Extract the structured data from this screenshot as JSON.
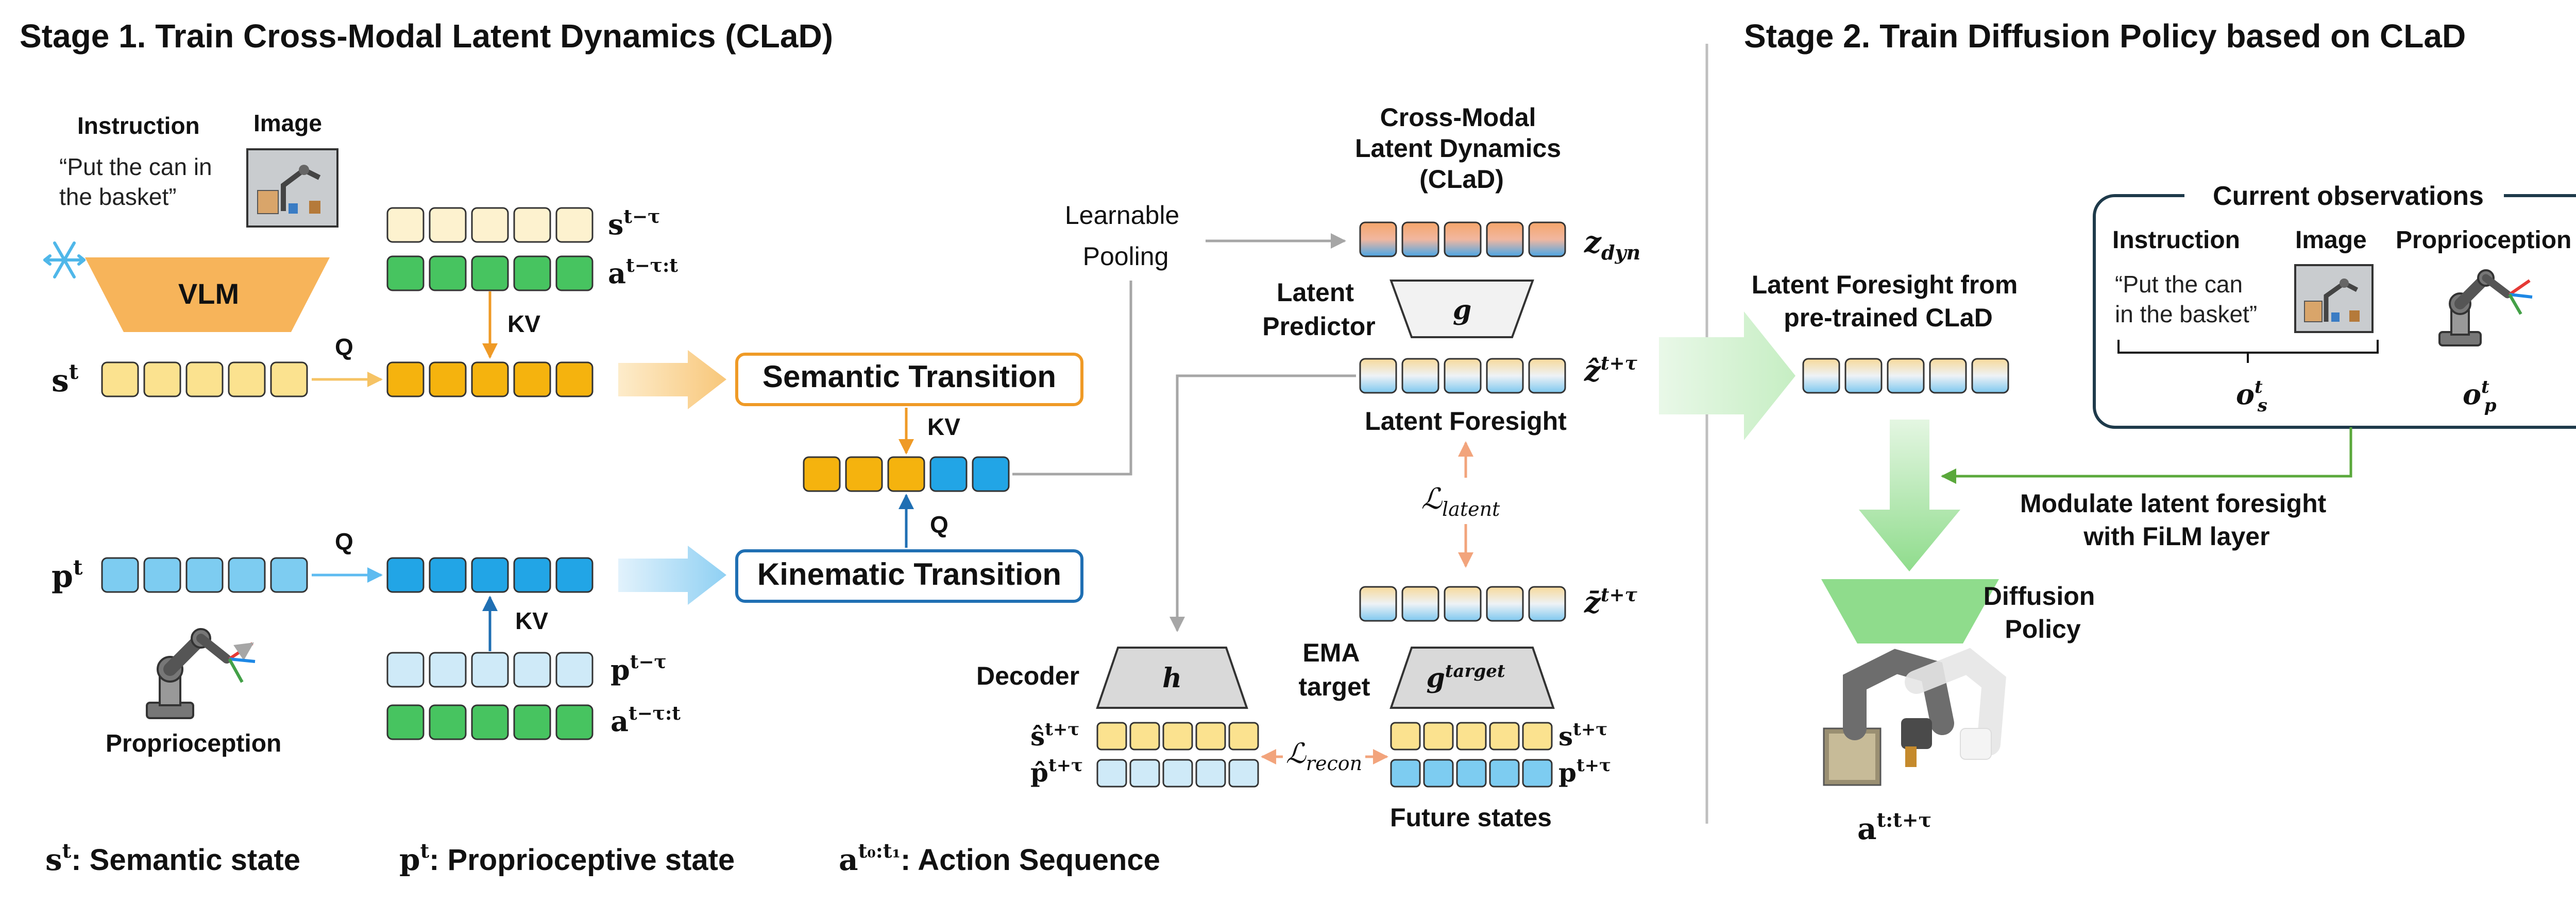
{
  "stage1": {
    "title": "Stage 1. Train Cross-Modal Latent Dynamics (CLaD)",
    "instruction_header": "Instruction",
    "image_header": "Image",
    "instruction_text": [
      "“Put the can in",
      "the basket”"
    ],
    "vlm_label": "VLM",
    "q_label": "Q",
    "kv_label": "KV",
    "s_t": "s",
    "s_t_sup": "t",
    "p_t": "p",
    "p_t_sup": "t",
    "s_prev": "s",
    "s_prev_sup": "t−τ",
    "a_prev": "a",
    "a_prev_sup": "t−τ:t",
    "p_prev": "p",
    "p_prev_sup": "t−τ",
    "proprioception_label": "Proprioception",
    "semantic_transition": "Semantic Transition",
    "kinematic_transition": "Kinematic Transition",
    "learnable_pooling": [
      "Learnable",
      "Pooling"
    ],
    "clad_title": [
      "Cross-Modal",
      "Latent Dynamics",
      "(CLaD)"
    ],
    "z_dyn": "z",
    "z_dyn_sub": "dyn",
    "latent_predictor": [
      "Latent",
      "Predictor"
    ],
    "g_label": "g",
    "z_hat": "ẑ",
    "z_hat_sup": "t+τ",
    "latent_foresight": "Latent Foresight",
    "l_latent": "ℒ",
    "l_latent_sub": "latent",
    "z_bar": "z̄",
    "z_bar_sup": "t+τ",
    "ema_target": [
      "EMA",
      "target"
    ],
    "g_target": "g",
    "g_target_sup": "target",
    "decoder": "Decoder",
    "h_label": "h",
    "s_hat": "ŝ",
    "s_hat_sup": "t+τ",
    "p_hat": "p̂",
    "p_hat_sup": "t+τ",
    "l_recon": "ℒ",
    "l_recon_sub": "recon",
    "s_future": "s",
    "s_future_sup": "t+τ",
    "p_future": "p",
    "p_future_sup": "t+τ",
    "future_states": "Future states"
  },
  "legend": {
    "s_sym": "s",
    "s_sup": "t",
    "s_text": ":  Semantic state",
    "p_sym": "p",
    "p_sup": "t",
    "p_text": ":  Proprioceptive state",
    "a_sym": "a",
    "a_sup": "t₀:t₁",
    "a_text": ":  Action Sequence"
  },
  "stage2": {
    "title": "Stage 2. Train Diffusion Policy based on CLaD",
    "latent_foresight": [
      "Latent Foresight from",
      "pre-trained CLaD"
    ],
    "current_observations": "Current observations",
    "instruction_header": "Instruction",
    "image_header": "Image",
    "proprioception_header": "Proprioception",
    "instruction_text": [
      "“Put the can",
      "in the basket”"
    ],
    "o_s": "o",
    "o_s_sup": "t",
    "o_s_sub": "s",
    "o_p": "o",
    "o_p_sup": "t",
    "o_p_sub": "p",
    "modulate": [
      "Modulate latent foresight",
      "with FiLM layer"
    ],
    "diffusion_policy": [
      "Diffusion",
      "Policy"
    ],
    "action": "a",
    "action_sup": "t:t+τ"
  },
  "colors": {
    "semantic_orange": "#f5b30e",
    "semantic_light": "#fbe28f",
    "semantic_pale": "#fdf2cf",
    "action_green": "#47c460",
    "proprio_blue": "#22a5e6",
    "proprio_light": "#7dccf1",
    "proprio_pale": "#cfeaf8",
    "vlm_orange": "#f7b45a",
    "diffusion_green": "#8fdc8c",
    "box_gray": "#d9d9d9",
    "semantic_border": "#ef9a26",
    "kinematic_border": "#1f6fb3"
  }
}
